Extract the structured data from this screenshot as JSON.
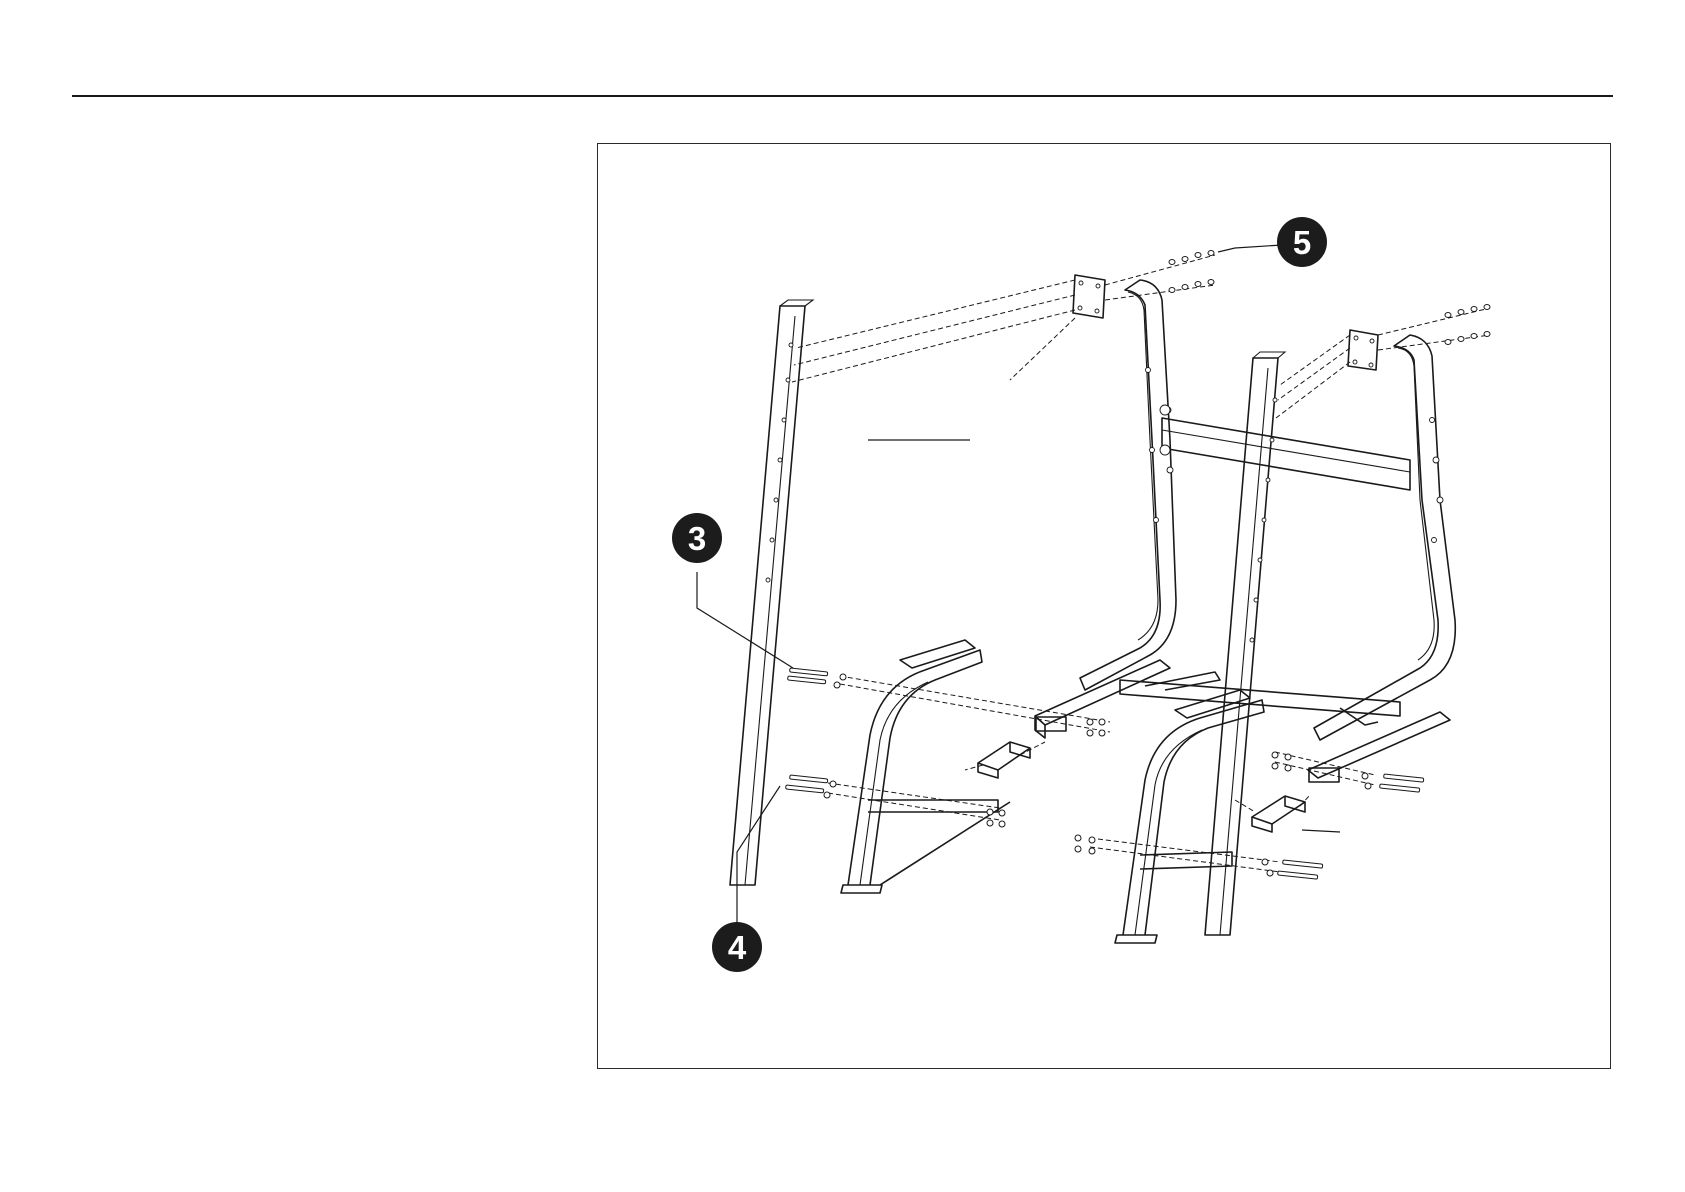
{
  "page": {
    "background": "#ffffff",
    "ink": "#1a1a1a"
  },
  "callouts": [
    {
      "id": "callout-3",
      "label": "3"
    },
    {
      "id": "callout-4",
      "label": "4"
    },
    {
      "id": "callout-5",
      "label": "5"
    }
  ],
  "icons": {
    "callout": "numbered-circle-icon",
    "bolt": "bolt-icon",
    "washer": "washer-icon",
    "nut": "nut-icon"
  }
}
